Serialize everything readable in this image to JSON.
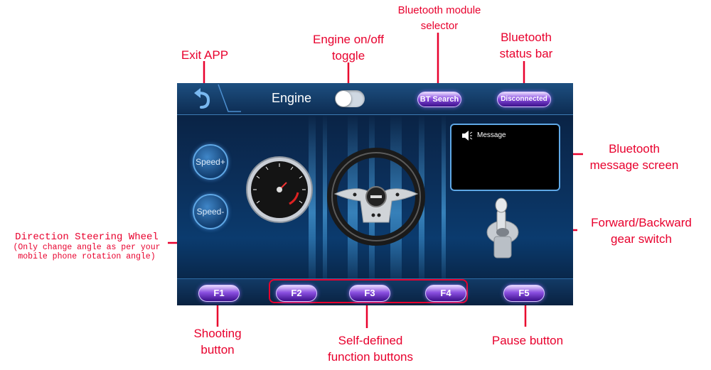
{
  "app": {
    "engine_label": "Engine",
    "engine_on": false,
    "bt_search_label": "BT Search",
    "bt_status": "Disconnected",
    "message_label": "Message",
    "speed_plus_label": "Speed+",
    "speed_minus_label": "Speed-",
    "function_buttons": [
      "F1",
      "F2",
      "F3",
      "F4",
      "F5"
    ],
    "accent_color": "#7b3fe4",
    "icons": [
      "back-arrow-icon",
      "speaker-icon",
      "speedometer-icon",
      "steering-wheel-icon",
      "gear-lever-icon"
    ]
  },
  "annotations": {
    "exit_app": "Exit APP",
    "engine_toggle": [
      "Engine on/off",
      "toggle"
    ],
    "bt_module": [
      "Bluetooth module",
      "selector"
    ],
    "bt_status_bar": [
      "Bluetooth",
      "status bar"
    ],
    "bt_message_screen": [
      "Bluetooth",
      "message screen"
    ],
    "gear_switch": [
      "Forward/Backward",
      "gear switch"
    ],
    "steering": [
      "Direction Steering Wheel",
      "(Only change angle as per your",
      "mobile phone rotation angle)"
    ],
    "shooting": [
      "Shooting",
      "button"
    ],
    "self_defined": [
      "Self-defined",
      "function buttons"
    ],
    "pause": [
      "Pause button"
    ]
  }
}
